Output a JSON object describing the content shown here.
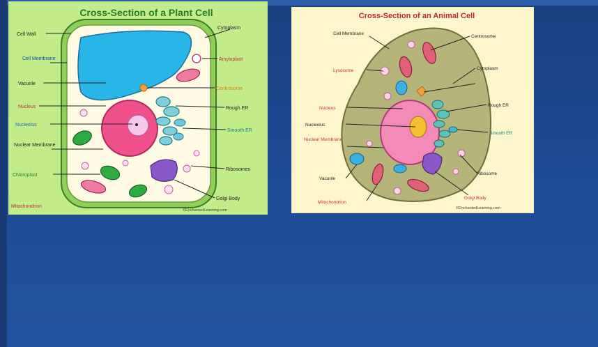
{
  "plant": {
    "title": "Cross-Section of a Plant Cell",
    "labels": {
      "cell_wall": "Cell Wall",
      "cell_membrane": "Cell Membrane",
      "vacuole": "Vacuole",
      "nucleus": "Nucleus",
      "nucleolus": "Nucleolus",
      "nuclear_membrane": "Nuclear Membrane",
      "chloroplast": "Chloroplast",
      "mitochondrion": "Mitochondrion",
      "cytoplasm": "Cytoplasm",
      "amyloplast": "Amyloplast",
      "centrosome": "Centrosome",
      "rough_er": "Rough ER",
      "smooth_er": "Smooth ER",
      "ribosomes": "Ribosomes",
      "golgi_body": "Golgi Body"
    },
    "credit": "©EnchantedLearning.com"
  },
  "animal": {
    "title": "Cross-Section of an Animal Cell",
    "labels": {
      "cell_membrane": "Cell Membrane",
      "lysosome": "Lysosome",
      "nucleus": "Nucleus",
      "nucleolus": "Nucleolus",
      "nuclear_membrane": "Nuclear Membrane",
      "vacuole": "Vacuole",
      "mitochondrion": "Mitochondrion",
      "centrosome": "Centrosome",
      "cytoplasm": "Cytoplasm",
      "rough_er": "Rough ER",
      "smooth_er": "Smooth ER",
      "ribosome": "Ribosome",
      "golgi_body": "Golgi Body"
    },
    "credit": "©EnchantedLearning.com"
  }
}
